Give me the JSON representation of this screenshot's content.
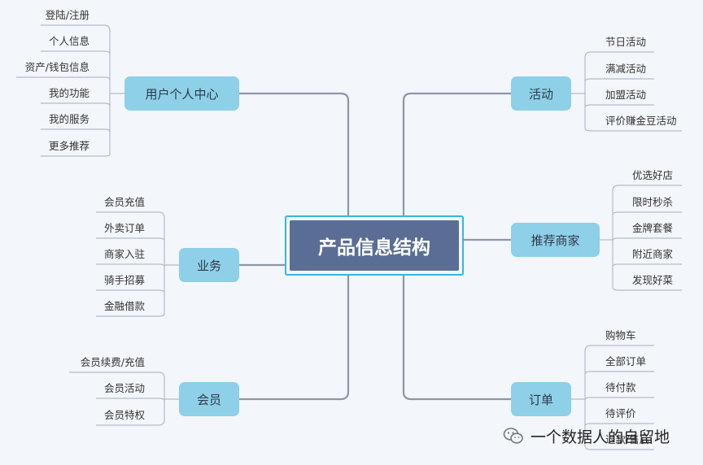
{
  "center": {
    "label": "产品信息结构"
  },
  "branches": {
    "user_center": {
      "label": "用户个人中心",
      "leaves": [
        "登陆/注册",
        "个人信息",
        "资产/钱包信息",
        "我的功能",
        "我的服务",
        "更多推荐"
      ]
    },
    "business": {
      "label": "业务",
      "leaves": [
        "会员充值",
        "外卖订单",
        "商家入驻",
        "骑手招募",
        "金融借款"
      ]
    },
    "member": {
      "label": "会员",
      "leaves": [
        "会员续费/充值",
        "会员活动",
        "会员特权"
      ]
    },
    "activity": {
      "label": "活动",
      "leaves": [
        "节日活动",
        "满减活动",
        "加盟活动",
        "评价赚金豆活动"
      ]
    },
    "merchants": {
      "label": "推荐商家",
      "leaves": [
        "优选好店",
        "限时秒杀",
        "金牌套餐",
        "附近商家",
        "发现好菜"
      ]
    },
    "order": {
      "label": "订单",
      "leaves": [
        "购物车",
        "全部订单",
        "待付款",
        "待评价",
        "退款/售后"
      ]
    }
  },
  "watermark": {
    "text": "一个数据人的自留地",
    "icon": "wechat-icon"
  },
  "colors": {
    "center": "#5a6e95",
    "center_border": "#35b6e8",
    "branch": "#8dd0e8",
    "connector": "#8e96a8",
    "leaf_line": "#b4bccb",
    "background": "#f3f6fa"
  }
}
